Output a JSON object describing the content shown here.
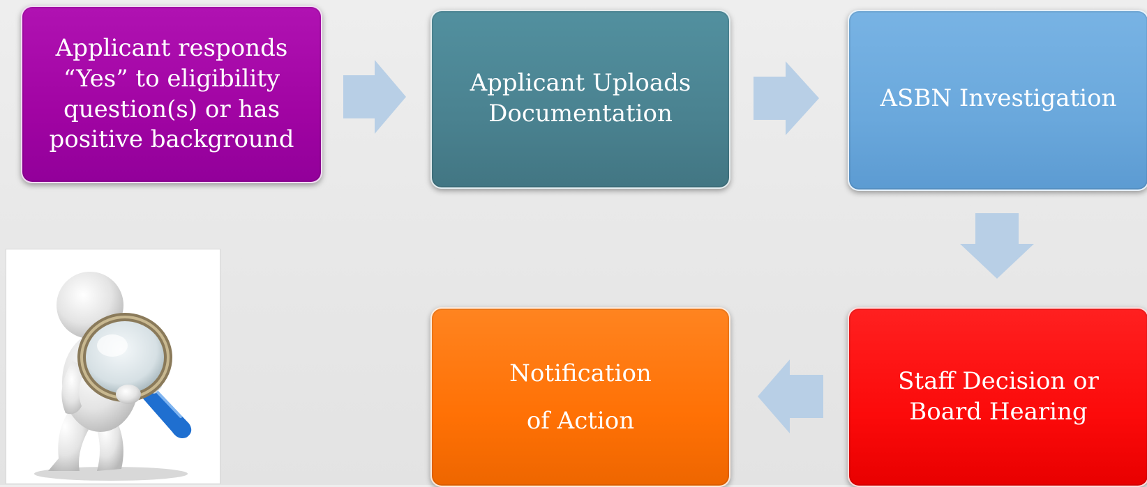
{
  "colors": {
    "box1": "#a104a3",
    "box2": "#4a8290",
    "box3": "#6aa8dc",
    "box4": "#fc0a0a",
    "box5": "#ff7105",
    "arrow": "#b8cfe6"
  },
  "steps": [
    {
      "label": "Applicant responds\n“Yes” to eligibility\nquestion(s) or has\npositive background"
    },
    {
      "label": "Applicant  Uploads\nDocumentation"
    },
    {
      "label": "ASBN Investigation"
    },
    {
      "label": "Staff Decision or\nBoard Hearing"
    },
    {
      "label": "Notification\n\nof Action"
    }
  ],
  "icons": {
    "arrows": "arrow-icon",
    "figure": "magnifying-glass-figure-icon"
  }
}
